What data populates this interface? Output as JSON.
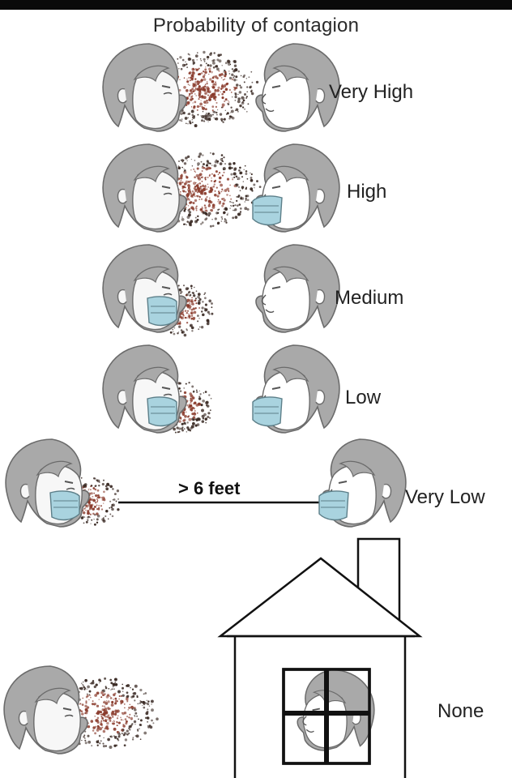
{
  "title": "Probability of contagion",
  "rows": [
    {
      "label": "Very High"
    },
    {
      "label": "High"
    },
    {
      "label": "Medium"
    },
    {
      "label": "Low"
    },
    {
      "label": "Very  Low",
      "distance_label": "> 6 feet"
    },
    {
      "label": "None"
    }
  ],
  "colors": {
    "hair": "#a9a9a9",
    "skin": "#f7f7f7",
    "mask": "#a9d3df",
    "droplet_dark": "#3a2a24",
    "droplet_red": "#8a3b2c",
    "line": "#111111"
  }
}
